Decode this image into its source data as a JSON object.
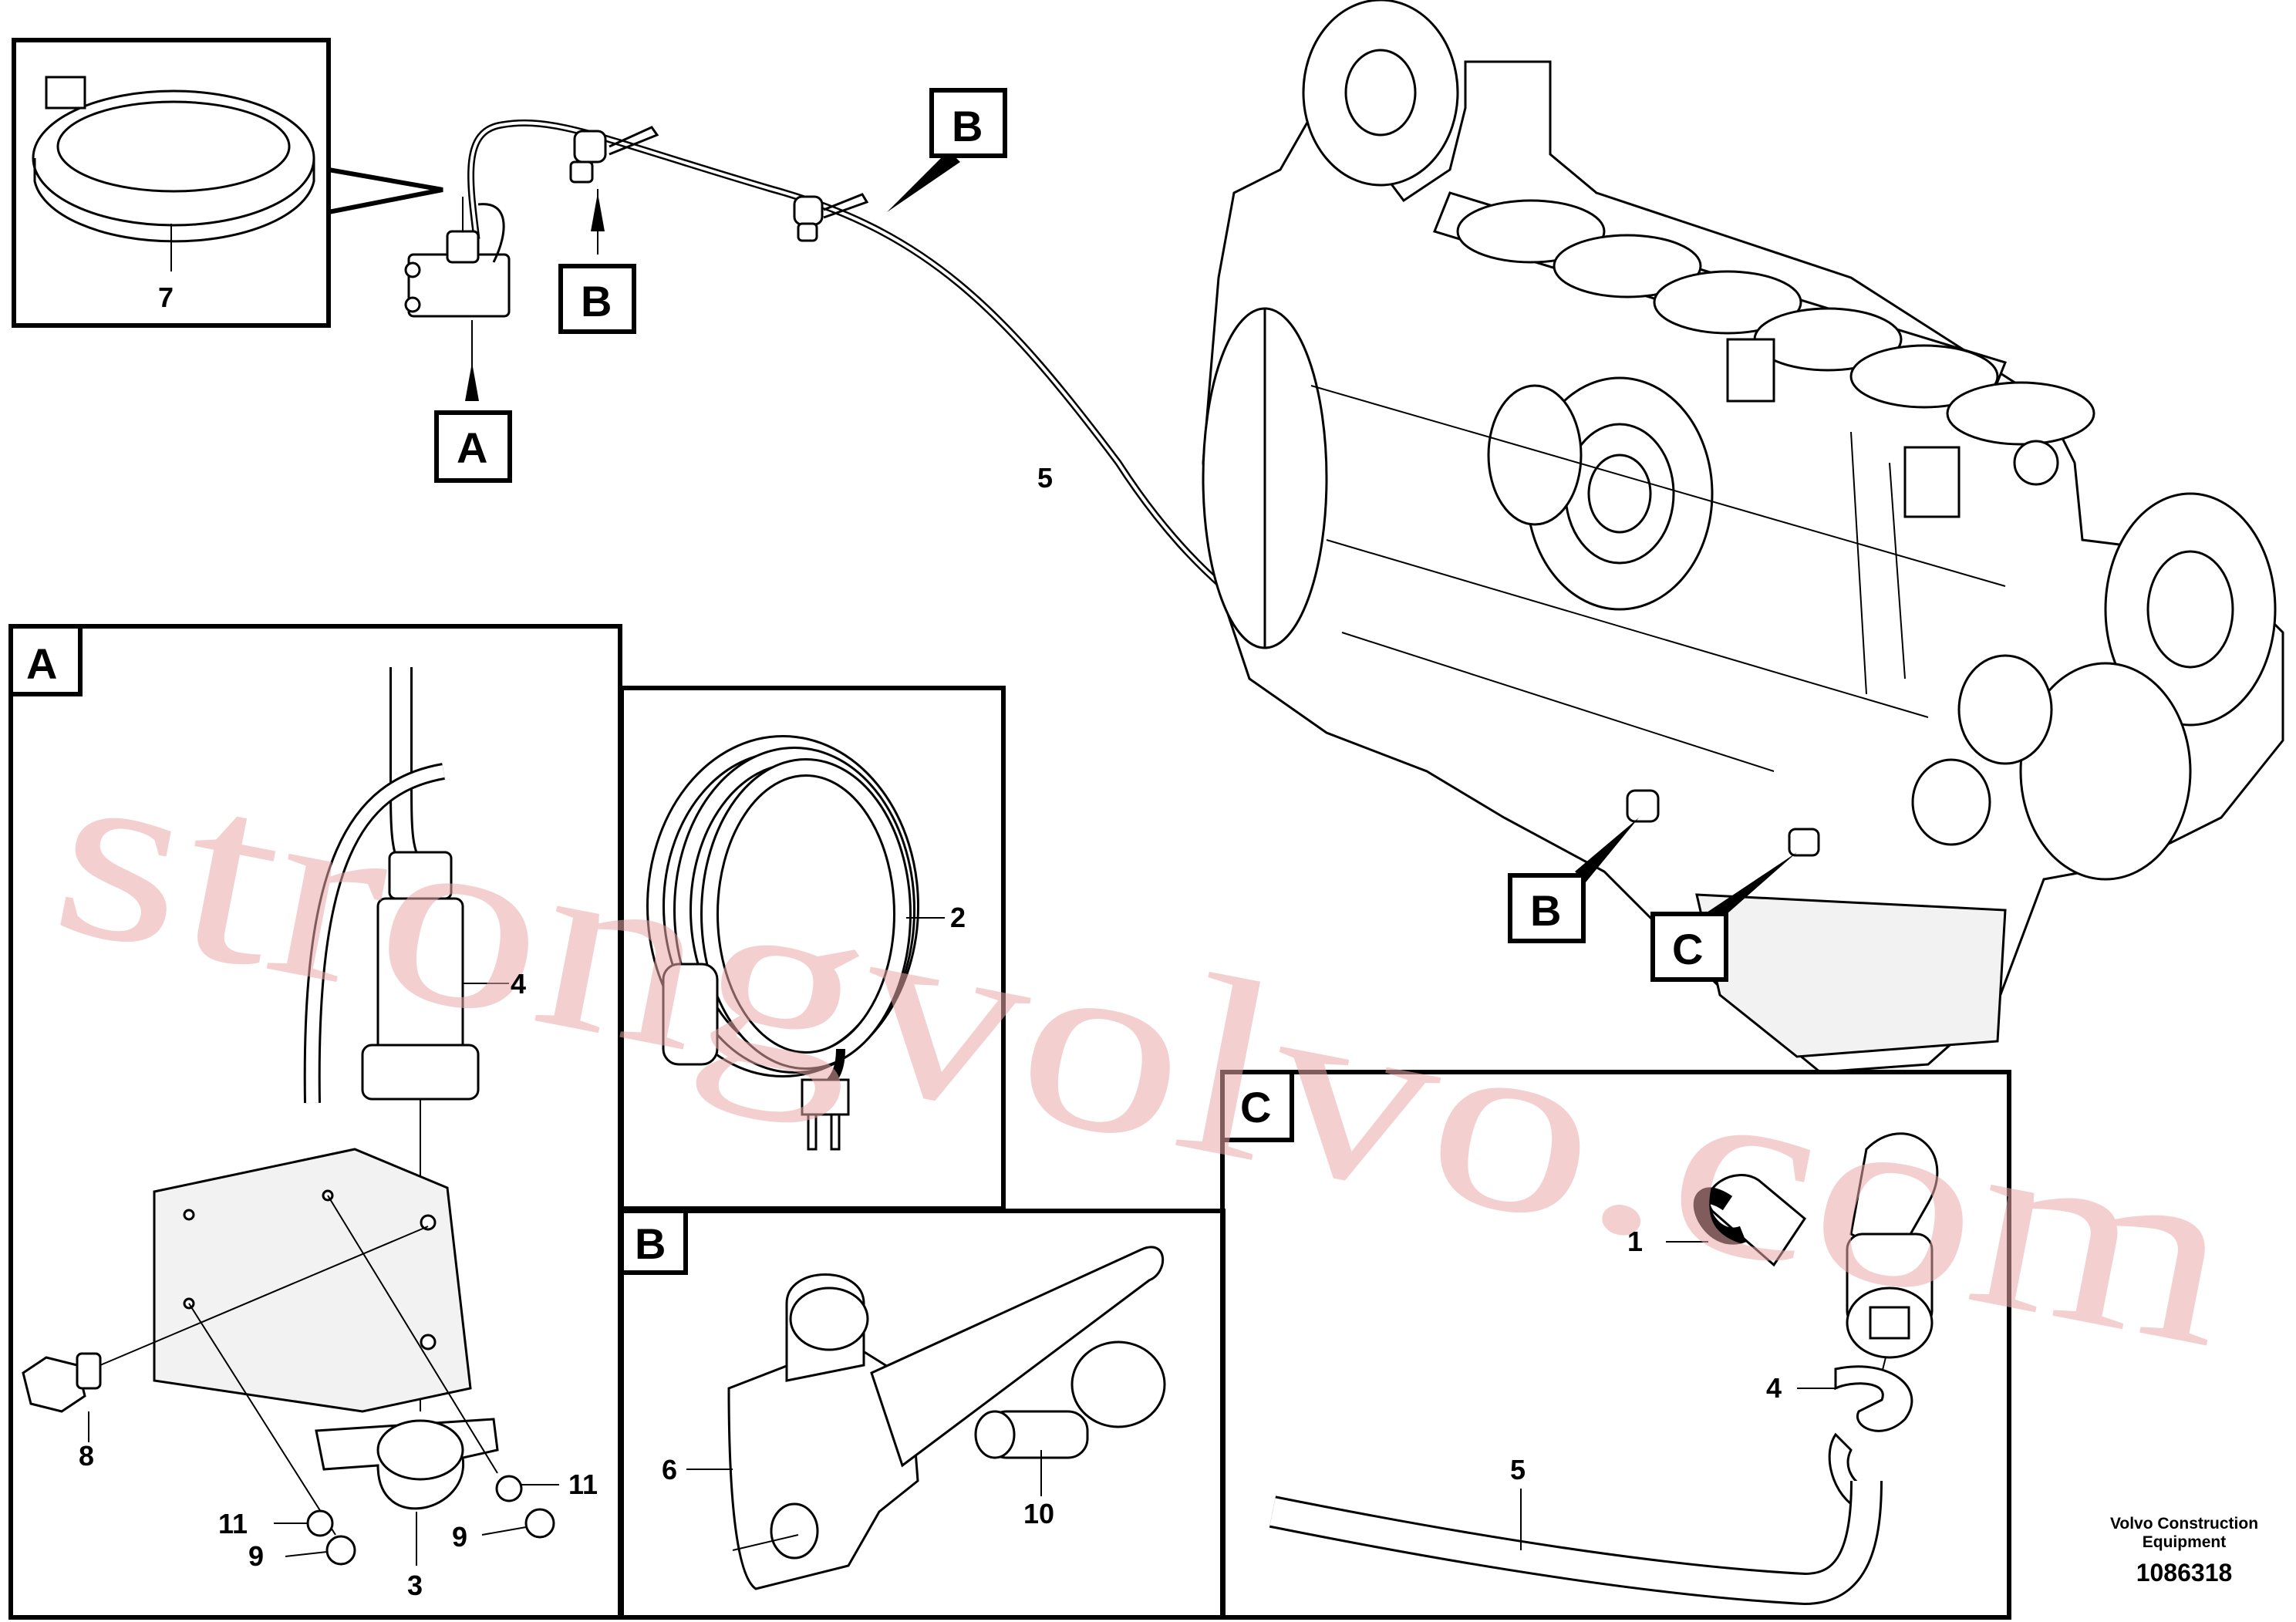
{
  "diagram": {
    "part_numbers": [
      "1",
      "2",
      "3",
      "4",
      "5",
      "6",
      "7",
      "8",
      "9",
      "10",
      "11"
    ],
    "callouts": {
      "top_7": "7",
      "top_5": "5",
      "a_4": "4",
      "a_8": "8",
      "a_11_left": "11",
      "a_11_right": "11",
      "a_9_left": "9",
      "a_9_right": "9",
      "a_3": "3",
      "coil_2": "2",
      "b_6": "6",
      "b_10": "10",
      "c_1": "1",
      "c_4": "4",
      "c_5": "5"
    },
    "view_letters": {
      "pointer_a": "A",
      "pointer_b_upper": "B",
      "pointer_b_left": "B",
      "pointer_b_engine": "B",
      "pointer_c_engine": "C",
      "panel_a": "A",
      "panel_b": "B",
      "panel_c": "C"
    },
    "caption_line1": "Volvo Construction",
    "caption_line2": "Equipment",
    "document_code": "1086318",
    "watermark": "strongvolvo.com"
  },
  "colors": {
    "line": "#000000",
    "background": "#ffffff",
    "watermark": "#e9a7a7"
  }
}
